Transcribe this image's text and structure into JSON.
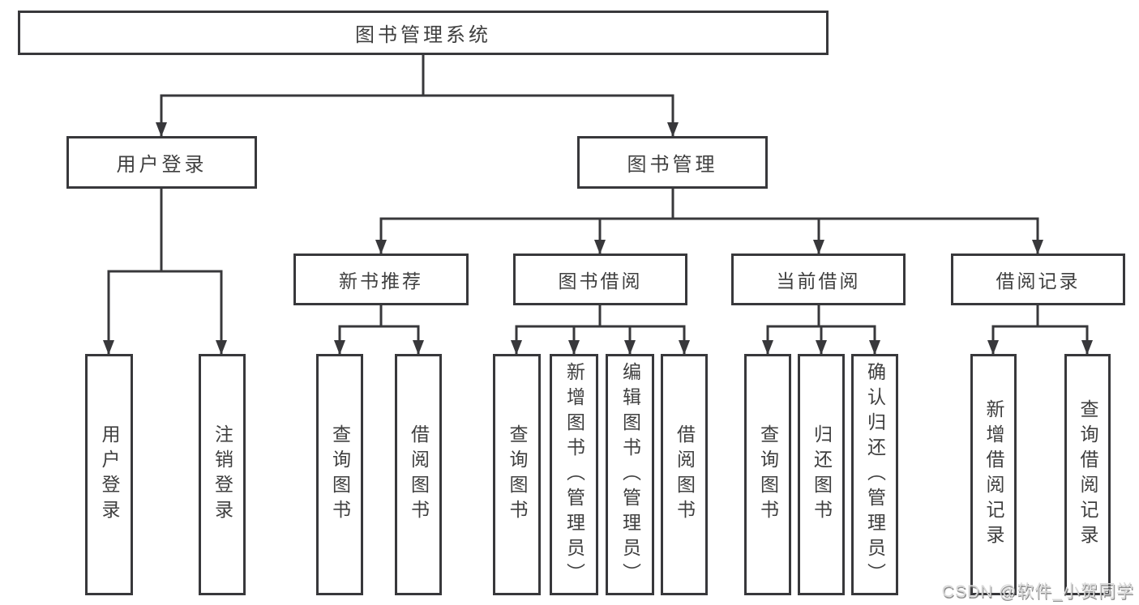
{
  "tree": {
    "root": {
      "label": "图书管理系统"
    },
    "level2": [
      {
        "label": "用户登录"
      },
      {
        "label": "图书管理"
      }
    ],
    "level3": [
      {
        "label": "新书推荐"
      },
      {
        "label": "图书借阅"
      },
      {
        "label": "当前借阅"
      },
      {
        "label": "借阅记录"
      }
    ],
    "leaves": {
      "user_login": [
        {
          "label": "用户登录"
        },
        {
          "label": "注销登录"
        }
      ],
      "new_books": [
        {
          "label": "查询图书"
        },
        {
          "label": "借阅图书"
        }
      ],
      "book_borrow": [
        {
          "label": "查询图书"
        },
        {
          "label": "新增图书（管理员）"
        },
        {
          "label": "编辑图书（管理员）"
        },
        {
          "label": "借阅图书"
        }
      ],
      "current_borrow": [
        {
          "label": "查询图书"
        },
        {
          "label": "归还图书"
        },
        {
          "label": "确认归还（管理员）"
        }
      ],
      "borrow_records": [
        {
          "label": "新增借阅记录"
        },
        {
          "label": "查询借阅记录"
        }
      ]
    }
  },
  "watermark": "CSDN @软件_小贺同学",
  "colors": {
    "line": "#38383b",
    "text": "#3f3f3f",
    "background": "#ffffff",
    "watermark": "#d9d9d9"
  }
}
